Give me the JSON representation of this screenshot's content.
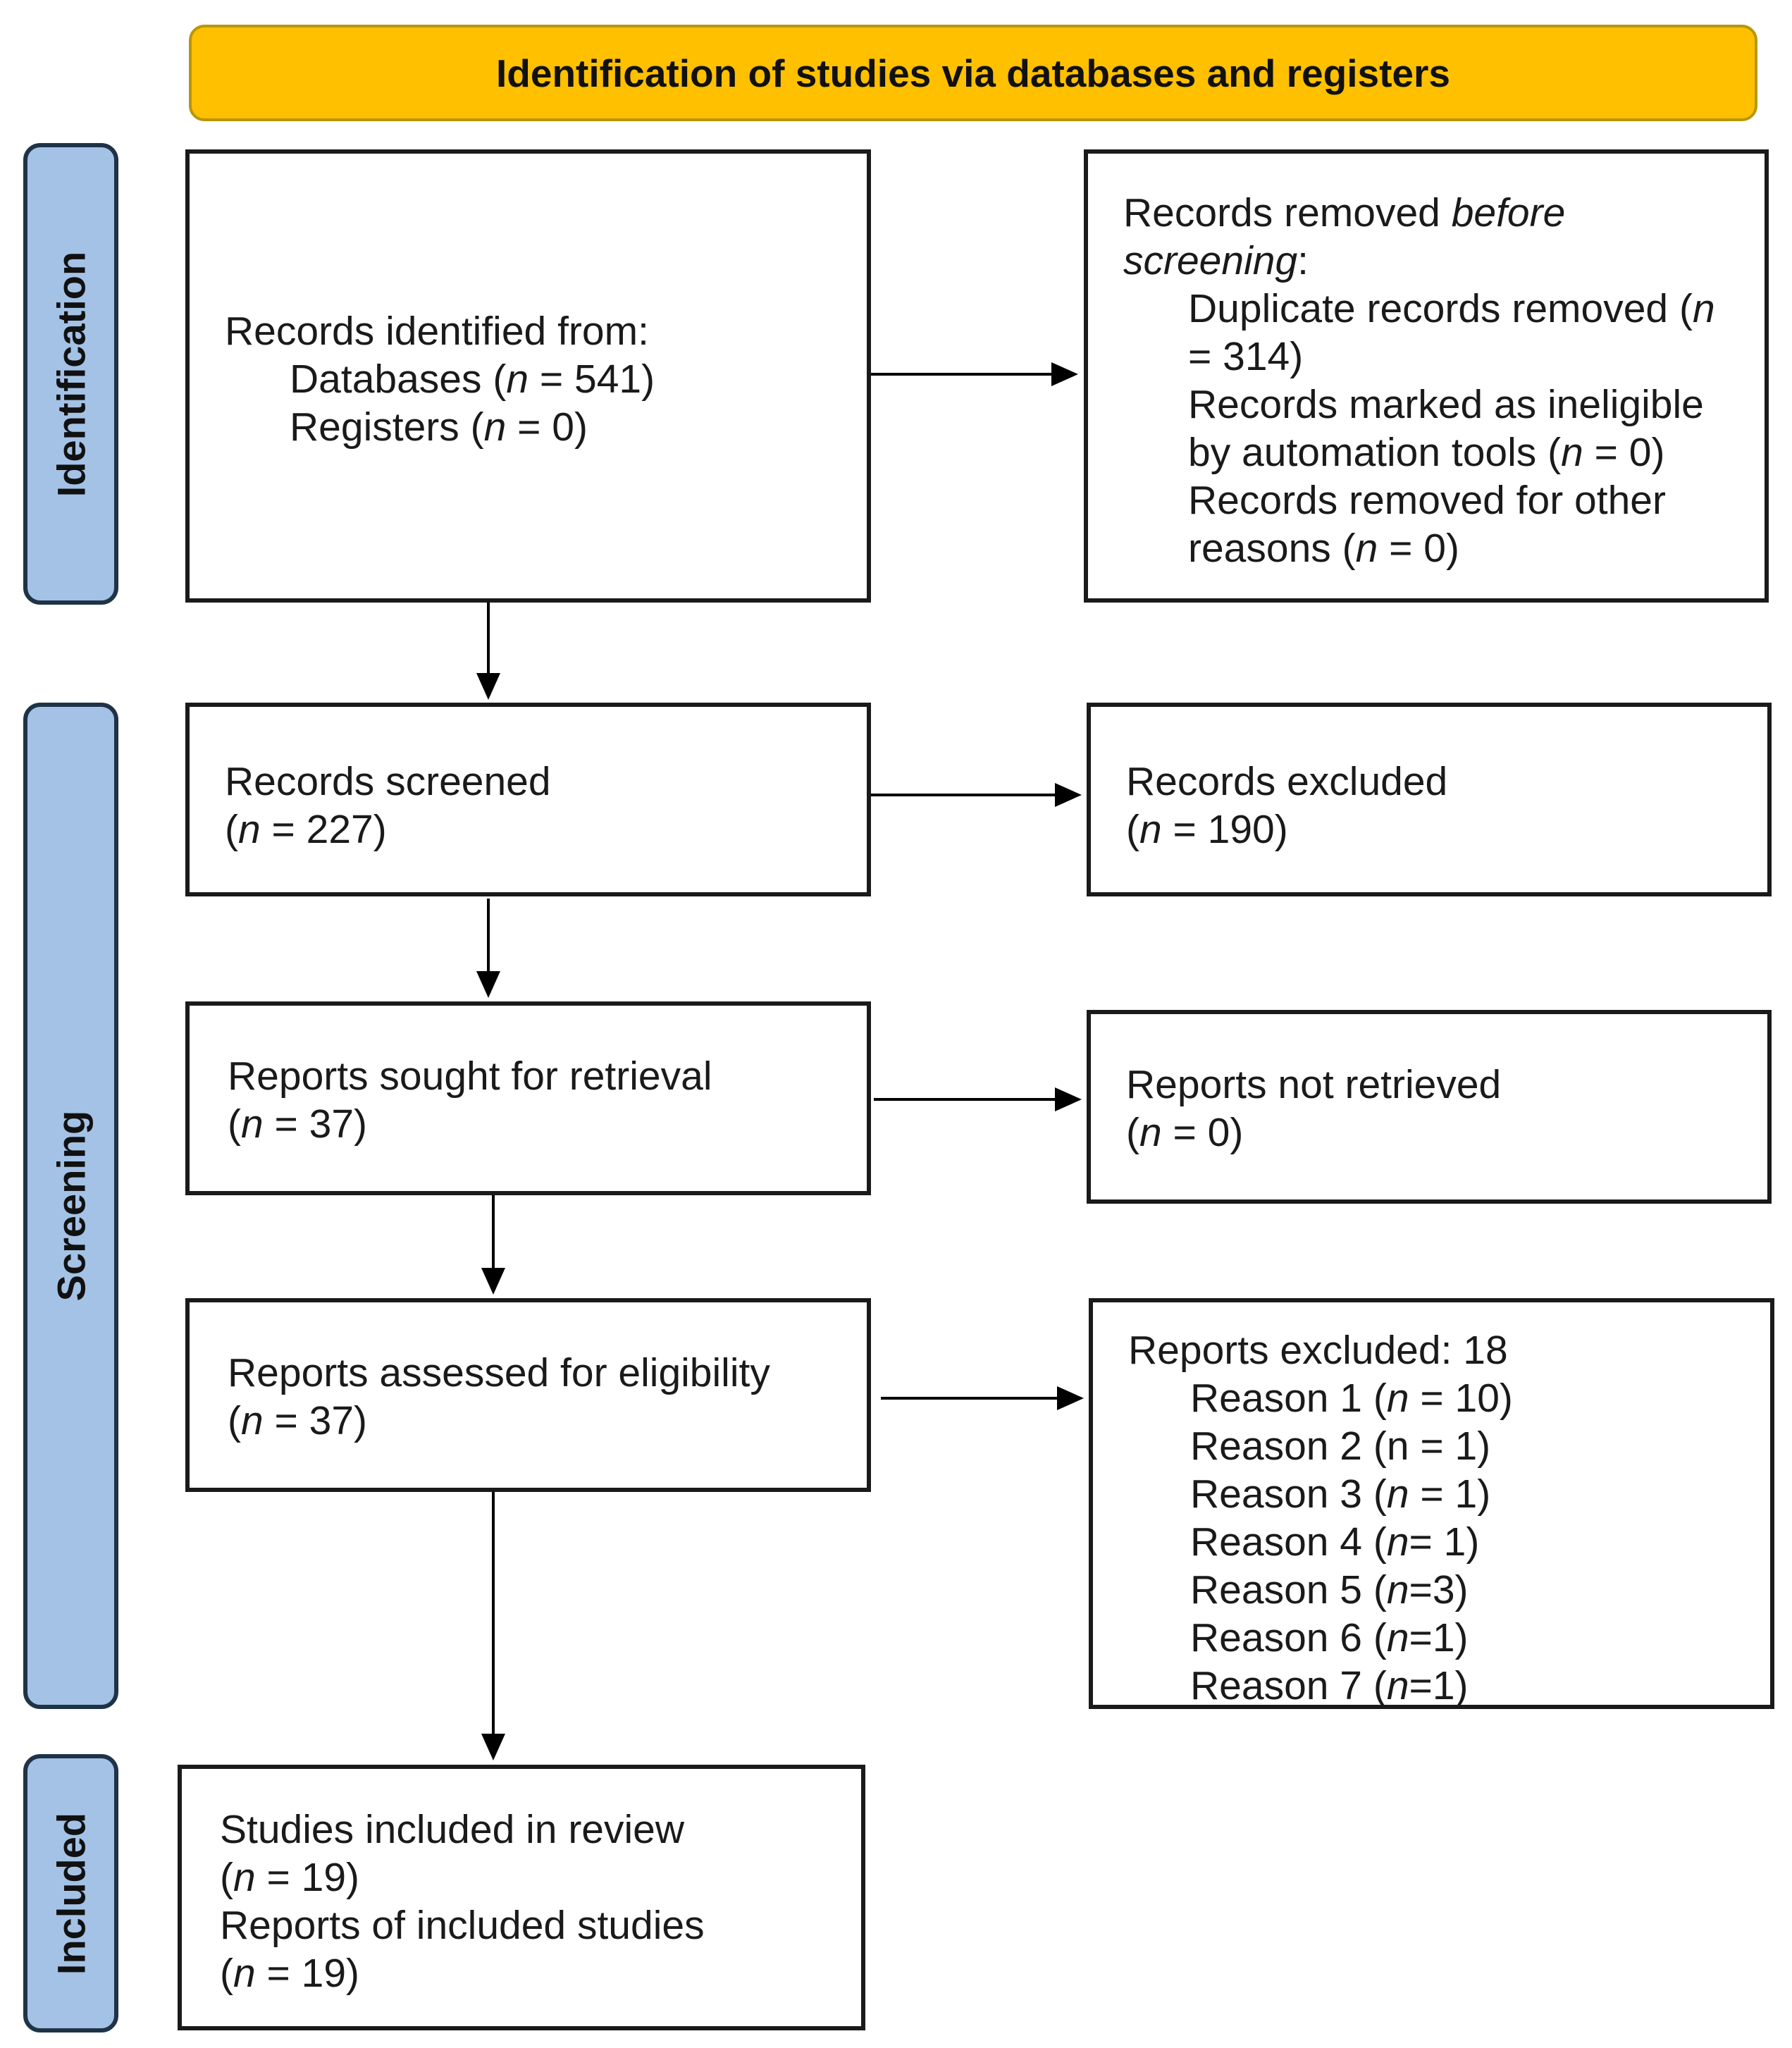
{
  "header": {
    "title": "Identification of studies via databases and registers"
  },
  "stages": {
    "identification": "Identification",
    "screening": "Screening",
    "included": "Included"
  },
  "identified": {
    "heading": "Records identified from:",
    "databases_label": "Databases (",
    "databases_value": " = 541)",
    "registers_label": "Registers (",
    "registers_value": " = 0)"
  },
  "removed": {
    "heading_prefix": "Records removed ",
    "heading_italic_1": "before",
    "heading_italic_2": "screening",
    "heading_suffix": ":",
    "duplicates_1": "Duplicate records removed (",
    "duplicates_2": "= 314)",
    "ineligible_1": "Records marked as ineligible",
    "ineligible_2": "by automation tools (",
    "ineligible_3": " = 0)",
    "other_1": "Records removed for other",
    "other_2": "reasons (",
    "other_3": " = 0)"
  },
  "screened": {
    "label": "Records screened",
    "value": " = 227)"
  },
  "excluded": {
    "label": "Records excluded",
    "value": " = 190)"
  },
  "sought": {
    "label": "Reports sought for retrieval",
    "value": " = 37)"
  },
  "not_retrieved": {
    "label": "Reports not retrieved",
    "value": " = 0)"
  },
  "assessed": {
    "label": "Reports assessed for eligibility",
    "value": " = 37)"
  },
  "reports_excluded": {
    "heading": "Reports excluded: 18",
    "reasons": [
      {
        "name": "Reason 1 (",
        "n": "n",
        "value": " = 10)"
      },
      {
        "name": "Reason 2 (n = 1)",
        "n": "",
        "value": ""
      },
      {
        "name": "Reason 3 (",
        "n": "n",
        "value": " = 1)"
      },
      {
        "name": "Reason 4 (",
        "n": "n",
        "value": "= 1)"
      },
      {
        "name": "Reason 5 (",
        "n": "n",
        "value": "=3)"
      },
      {
        "name": "Reason 6 (",
        "n": "n",
        "value": "=1)"
      },
      {
        "name": "Reason 7 (",
        "n": "n",
        "value": "=1)"
      }
    ]
  },
  "included": {
    "studies_label": "Studies included in review",
    "studies_value": " = 19)",
    "reports_label": "Reports of included studies",
    "reports_value": " = 19)"
  },
  "n_symbol": "n",
  "open_paren": "("
}
